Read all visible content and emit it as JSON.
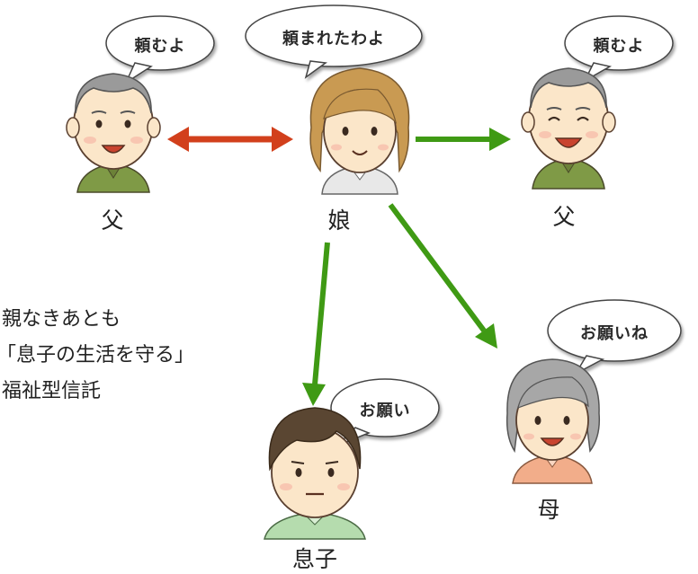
{
  "people": {
    "father_left": {
      "label": "父",
      "speech": "頼むよ"
    },
    "daughter": {
      "label": "娘",
      "speech": "頼まれたわよ"
    },
    "father_right": {
      "label": "父",
      "speech": "頼むよ"
    },
    "mother": {
      "label": "母",
      "speech": "お願いね"
    },
    "son": {
      "label": "息子",
      "speech": "お願い"
    }
  },
  "caption": {
    "line1": "親なきあとも",
    "line2": "「息子の生活を守る」",
    "line3": "福祉型信託"
  },
  "colors": {
    "mutual_arrow": "#d2401c",
    "flow_arrow": "#3f9a14",
    "elder_shirt": "#7f9a46",
    "mother_shirt": "#f2ad8a",
    "son_shirt": "#b5dcae",
    "skin": "#fbe6c9",
    "gray_hair": "#9a9a9a"
  }
}
